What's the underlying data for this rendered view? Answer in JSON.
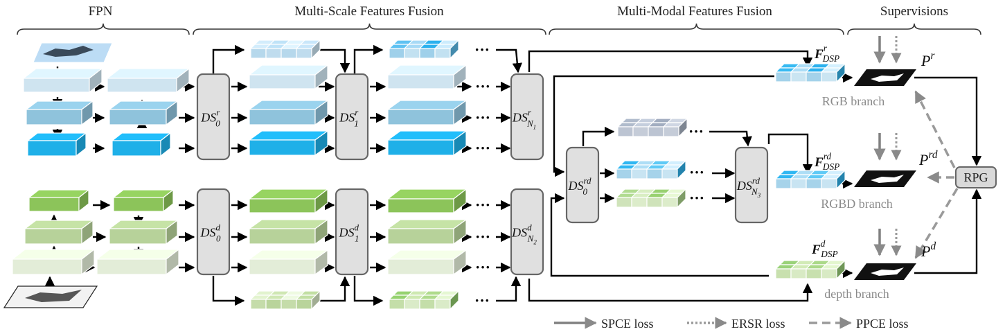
{
  "headers": {
    "fpn": "FPN",
    "msff": "Multi-Scale Features Fusion",
    "mmff": "Multi-Modal Features Fusion",
    "sup": "Supervisions"
  },
  "ds_blocks": {
    "r0": {
      "base": "DS",
      "sup": "r",
      "sub": "0"
    },
    "r1": {
      "base": "DS",
      "sup": "r",
      "sub": "1"
    },
    "rN": {
      "base": "DS",
      "sup": "r",
      "sub": "N",
      "sub2": "1"
    },
    "d0": {
      "base": "DS",
      "sup": "d",
      "sub": "0"
    },
    "d1": {
      "base": "DS",
      "sup": "d",
      "sub": "1"
    },
    "dN": {
      "base": "DS",
      "sup": "d",
      "sub": "N",
      "sub2": "2"
    },
    "rd0": {
      "base": "DS",
      "sup": "rd",
      "sub": "0"
    },
    "rdN": {
      "base": "DS",
      "sup": "rd",
      "sub": "N",
      "sub2": "3"
    }
  },
  "features": {
    "r": {
      "base": "F",
      "sup": "r",
      "sub": "DSP"
    },
    "rd": {
      "base": "F",
      "sup": "rd",
      "sub": "DSP"
    },
    "d": {
      "base": "F",
      "sup": "d",
      "sub": "DSP"
    }
  },
  "preds": {
    "r": {
      "base": "P",
      "sup": "r"
    },
    "rd": {
      "base": "P",
      "sup": "rd"
    },
    "d": {
      "base": "P",
      "sup": "d"
    }
  },
  "branches": {
    "rgb": "RGB branch",
    "rgbd": "RGBD branch",
    "depth": "depth branch"
  },
  "rpg": "RPG",
  "ellipsis": "···",
  "legend": {
    "spce": "SPCE loss",
    "ersr": "ERSR loss",
    "ppce": "PPCE loss"
  },
  "colors": {
    "blue_light": "#cfe4f0",
    "blue_mid": "#8fc3dc",
    "blue_dark": "#1fb0e8",
    "green_light": "#e3edd8",
    "green_mid": "#b7d29a",
    "green_dark": "#8cc45a",
    "gray": "#a8b2c2",
    "ds_fill": "#e0e0e0",
    "ds_stroke": "#666666"
  }
}
